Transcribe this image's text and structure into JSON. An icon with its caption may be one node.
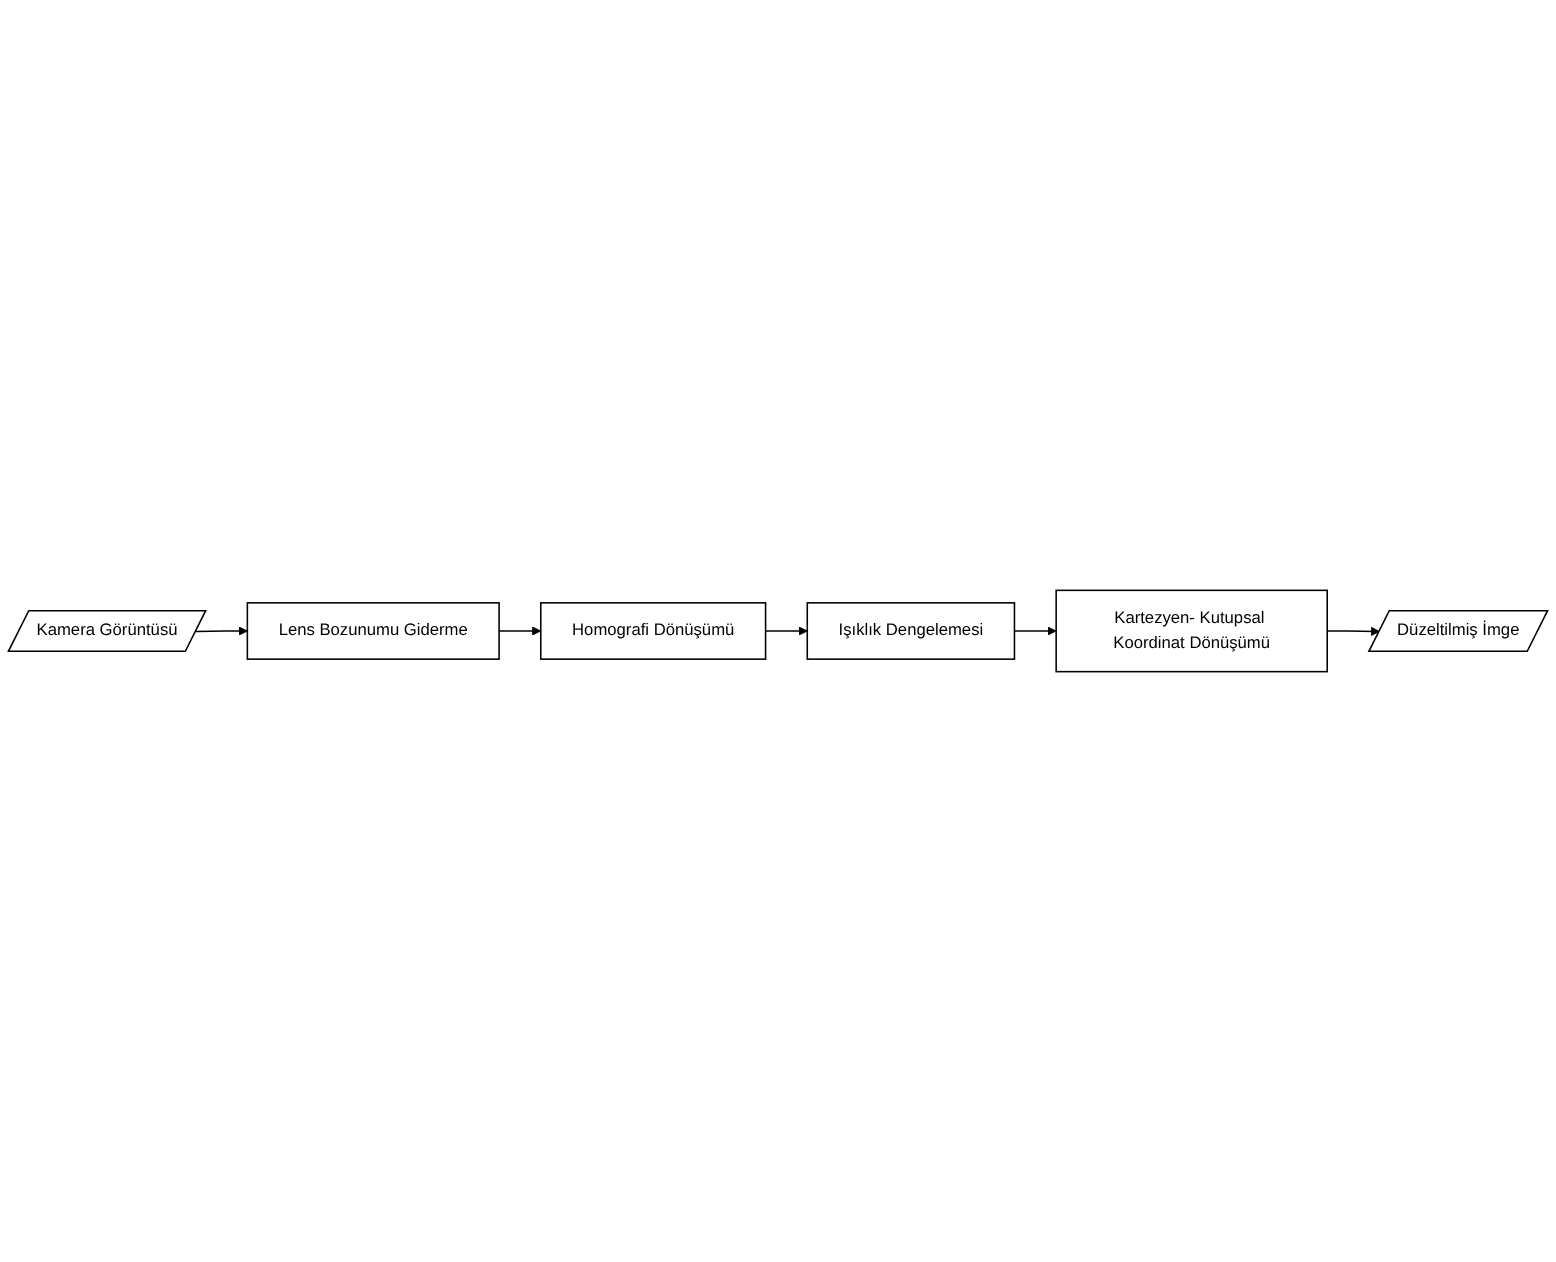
{
  "diagram": {
    "nodes": [
      {
        "text": [
          "Kamera Görüntüsü"
        ]
      },
      {
        "text": [
          "Lens Bozunumu Giderme"
        ]
      },
      {
        "text": [
          "Homografi Dönüşümü"
        ]
      },
      {
        "text": [
          "Işıklık Dengelemesi"
        ]
      },
      {
        "text": [
          "Kartezyen- Kutupsal Koordinat Dönüşümü"
        ]
      },
      {
        "text": [
          "Düzeltilmiş İmge"
        ]
      }
    ],
    "edges": [
      {
        "from": 0,
        "to": 1,
        "arrow": "to"
      },
      {
        "from": 1,
        "to": 2,
        "arrow": "to"
      },
      {
        "from": 2,
        "to": 3,
        "arrow": "to"
      },
      {
        "from": 3,
        "to": 4,
        "arrow": "to"
      },
      {
        "from": 4,
        "to": 5,
        "arrow": "to"
      }
    ]
  }
}
